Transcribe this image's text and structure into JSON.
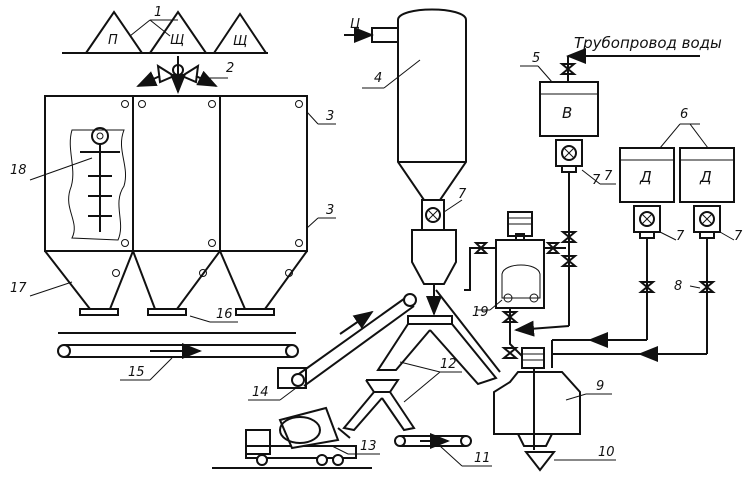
{
  "diagram": {
    "pipe_label": "Трубопровод воды",
    "cement_input": "Ц",
    "aggregates": [
      "П",
      "Щ",
      "Щ"
    ],
    "tank_water": "В",
    "tank_additive_1": "Д",
    "tank_additive_2": "Д",
    "callouts": {
      "n1": "1",
      "n2": "2",
      "n3a": "3",
      "n3b": "3",
      "n4": "4",
      "n5": "5",
      "n6": "6",
      "n7a": "7",
      "n7b": "7",
      "n7c": "7",
      "n7d": "7",
      "n7e": "7",
      "n8": "8",
      "n9": "9",
      "n10": "10",
      "n11": "11",
      "n12": "12",
      "n13": "13",
      "n14": "14",
      "n15": "15",
      "n16": "16",
      "n17": "17",
      "n18": "18",
      "n19": "19"
    }
  }
}
